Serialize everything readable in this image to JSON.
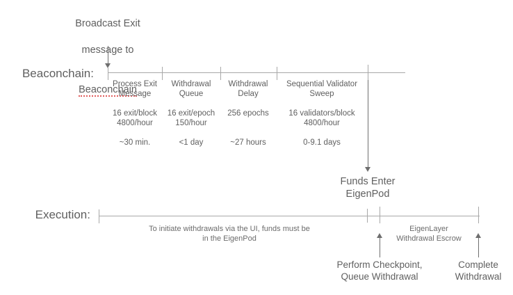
{
  "diagram": {
    "title_top": "Broadcast Exit\nmessage to\n",
    "title_top_lines": [
      "Broadcast Exit",
      "message to",
      "Beaconchain"
    ],
    "spellchecked_word": "Beaconchain",
    "rows": {
      "beaconchain_label": "Beaconchain:",
      "execution_label": "Execution:"
    },
    "beaconchain_phases": [
      {
        "name": "Process Exit\nMessage",
        "rate": "16 exit/block\n4800/hour",
        "duration": "~30 min."
      },
      {
        "name": "Withdrawal\nQueue",
        "rate": "16 exit/epoch\n150/hour",
        "duration": "<1 day"
      },
      {
        "name": "Withdrawal\nDelay",
        "rate": "256 epochs",
        "duration": "~27 hours"
      },
      {
        "name": "Sequential Validator\nSweep",
        "rate": "16 validators/block\n4800/hour",
        "duration": "0-9.1 days"
      }
    ],
    "funds_enter_eigenpod": "Funds Enter\nEigenPod",
    "execution_note": "To initiate withdrawals via the UI, funds must be\nin the EigenPod",
    "escrow_label": "EigenLayer\nWithdrawal Escrow",
    "perform_checkpoint": "Perform Checkpoint,\nQueue Withdrawal",
    "complete_withdrawal": "Complete\nWithdrawal",
    "colors": {
      "text": "#5f5f5f",
      "line": "#a8a8a8",
      "arrow": "#6e6e6e",
      "spellcheck_underline": "#e05c5c",
      "background": "#ffffff"
    }
  }
}
